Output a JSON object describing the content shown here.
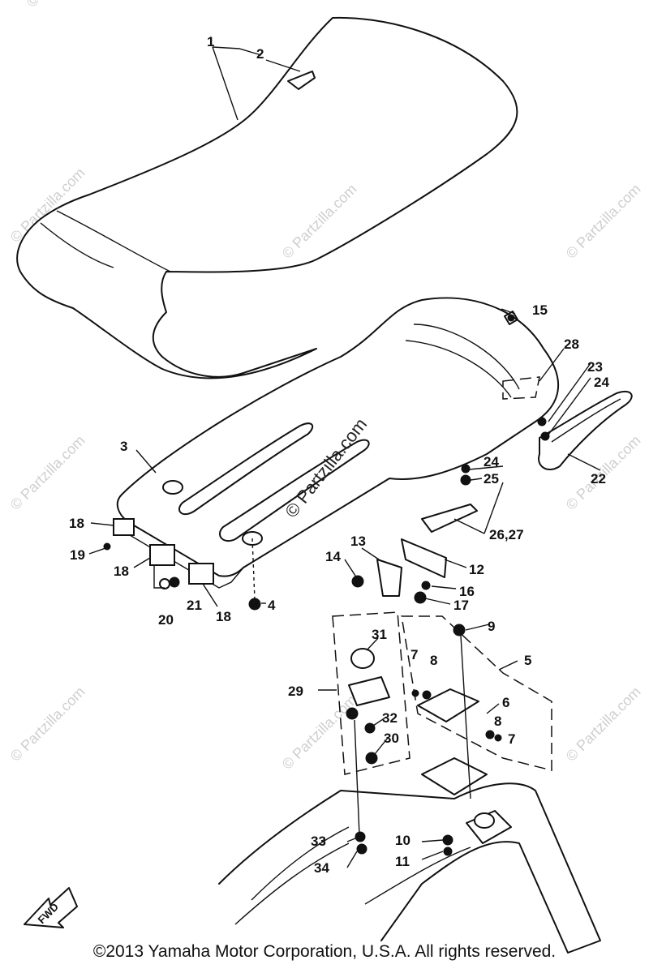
{
  "watermarks": [
    "© Partzilla.com",
    "© Partzilla.com",
    "© Partzilla.com",
    "© Partzilla.com",
    "© Partzilla.com",
    "© Partzilla.com",
    "© Partzilla.com",
    "© Partzilla.com",
    "© Partzilla.com"
  ],
  "center_watermark": "© Partzilla.com",
  "callouts": [
    "1",
    "2",
    "3",
    "4",
    "5",
    "6",
    "7",
    "7",
    "8",
    "8",
    "9",
    "10",
    "11",
    "12",
    "13",
    "14",
    "15",
    "16",
    "17",
    "18",
    "18",
    "18",
    "19",
    "20",
    "21",
    "22",
    "23",
    "24",
    "24",
    "25",
    "26,27",
    "28",
    "29",
    "30",
    "31",
    "32",
    "33",
    "34"
  ],
  "fwd_label": "FWD",
  "copyright": "©2013  Yamaha Motor Corporation, U.S.A. All rights reserved."
}
